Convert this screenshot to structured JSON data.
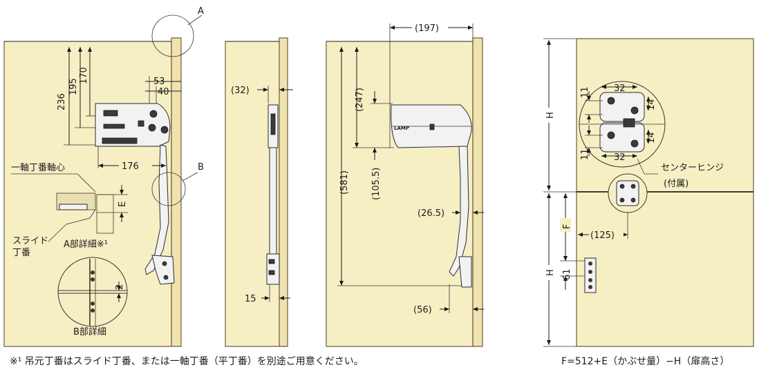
{
  "callouts": {
    "A": "A",
    "B": "B"
  },
  "view1": {
    "dim_236": "236",
    "dim_195": "195",
    "dim_170": "170",
    "dim_53": "53",
    "dim_40": "40",
    "dim_176": "176",
    "dim_E": "E",
    "dim_2": "2",
    "label_axis": "一軸丁番軸心",
    "label_slide_1": "スライド",
    "label_slide_2": "丁番",
    "label_detail_a": "A部詳細※¹",
    "label_detail_b": "B部詳細"
  },
  "view2": {
    "dim_32": "(32)",
    "dim_15": "15"
  },
  "view3": {
    "dim_197": "(197)",
    "dim_247": "(247)",
    "dim_581": "(581)",
    "dim_105_5": "(105.5)",
    "dim_26_5": "(26.5)",
    "dim_56": "(56)",
    "brand": "LAMP"
  },
  "view4": {
    "dim_H_top": "H",
    "dim_H_bottom": "H",
    "dim_F": "F",
    "dim_125": "(125)",
    "dim_32_top": "32",
    "dim_32_bottom": "32",
    "dim_11_top": "11",
    "dim_11_bottom": "11",
    "dim_14_top": "14",
    "dim_14_bottom": "14",
    "dim_61": "61",
    "label_center_hinge": "センターヒンジ",
    "label_included": "(付属)"
  },
  "footnotes": {
    "left": "※¹ 吊元丁番はスライド丁番、または一軸丁番（平丁番）を別途ご用意ください。",
    "right": "F=512+E（かぶせ量）−H（扉高さ）"
  }
}
